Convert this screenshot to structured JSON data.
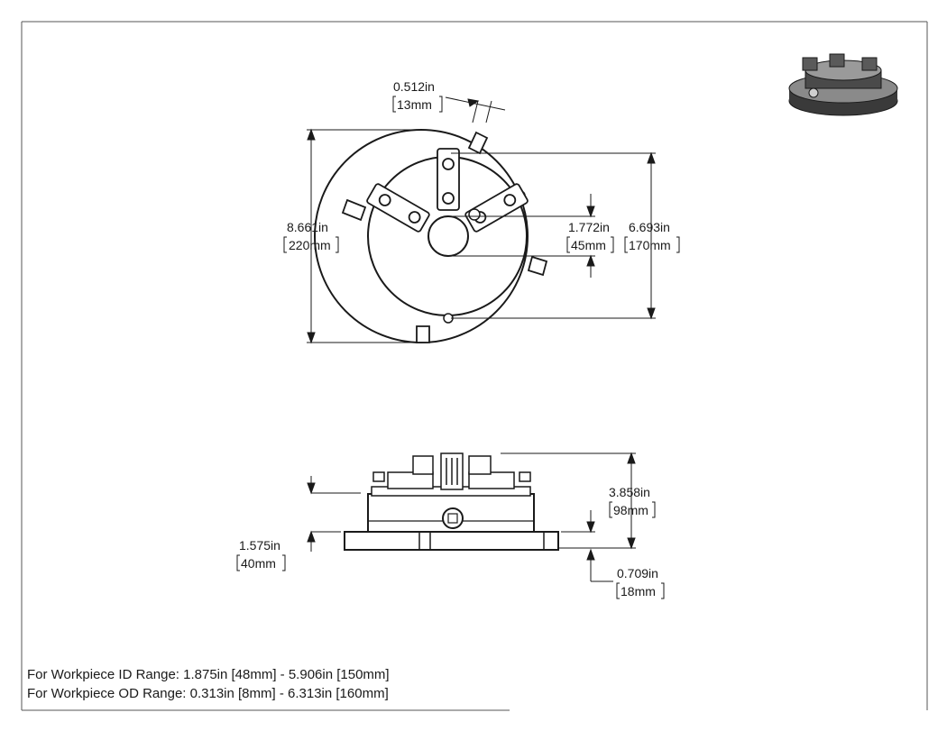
{
  "dimensions": {
    "slot_width": {
      "imperial": "0.512in",
      "metric": "13mm"
    },
    "outer_diameter": {
      "imperial": "8.661in",
      "metric": "220mm"
    },
    "center_bore": {
      "imperial": "1.772in",
      "metric": "45mm"
    },
    "body_diameter": {
      "imperial": "6.693in",
      "metric": "170mm"
    },
    "jaw_step": {
      "imperial": "1.575in",
      "metric": "40mm"
    },
    "overall_height": {
      "imperial": "3.858in",
      "metric": "98mm"
    },
    "base_plate_thickness": {
      "imperial": "0.709in",
      "metric": "18mm"
    }
  },
  "notes": {
    "id_range": "For Workpiece ID Range: 1.875in [48mm] - 5.906in [150mm]",
    "od_range": "For Workpiece OD Range: 0.313in [8mm] - 6.313in [160mm]"
  },
  "colors": {
    "line": "#1a1a1a",
    "part_fill": "#ffffff",
    "iso_dark": "#3a3a3a",
    "iso_mid": "#8a8a8a"
  }
}
